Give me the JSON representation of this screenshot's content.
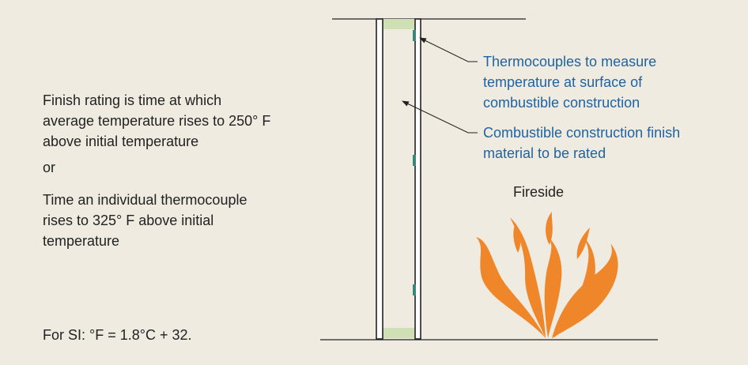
{
  "left_notes": {
    "rating_definition": "Finish rating is time at which\naverage temperature rises to 250° F\nabove initial temperature",
    "connector": "or",
    "alternative_definition": "Time an individual thermocouple\nrises to 325° F above initial\ntemperature",
    "si_conversion": "For SI: °F = 1.8°C + 32."
  },
  "callouts": {
    "thermocouples": "Thermocouples to measure\ntemperature at surface of\ncombustible construction",
    "finish_material": "Combustible construction finish\nmaterial to be rated"
  },
  "fire_label": "Fireside",
  "colors": {
    "background": "#efebe1",
    "callout_text": "#1f63a0",
    "flame": "#f0862a",
    "spacer": "#cfe0b4",
    "thermocouple": "#2e8a7a",
    "line": "#222222"
  }
}
